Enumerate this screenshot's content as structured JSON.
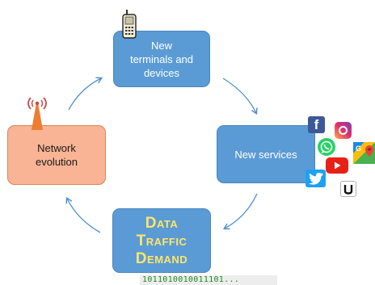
{
  "nodes": {
    "terminals": {
      "lines": [
        "New",
        "terminals and",
        "devices"
      ]
    },
    "services": {
      "label": "New services"
    },
    "network": {
      "lines": [
        "Network",
        "evolution"
      ]
    },
    "traffic": {
      "lines": [
        "Data",
        "Traffic",
        "Demand"
      ]
    }
  },
  "binary_strip": "1011010010011101...",
  "colors": {
    "process_box": "#5b9bd5",
    "network_box": "#f8b494",
    "arrow": "#4f91cd",
    "traffic_text": "#ffe566",
    "binary_text": "#1e8a1e"
  },
  "icons": {
    "phone": "mobile-phone-icon",
    "antenna": "antenna-tower-icon",
    "facebook": "facebook-icon",
    "instagram": "instagram-icon",
    "whatsapp": "whatsapp-icon",
    "maps": "google-maps-icon",
    "youtube": "youtube-icon",
    "twitter": "twitter-icon",
    "uber": "uber-icon"
  }
}
